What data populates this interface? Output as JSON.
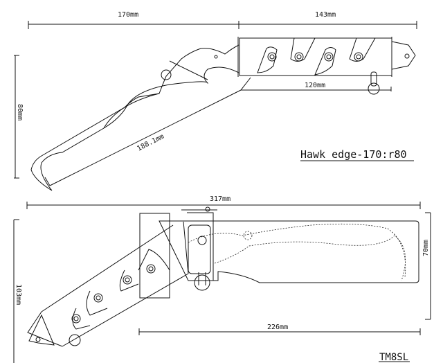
{
  "top_view": {
    "dim_blade_length": "170mm",
    "dim_handle_length": "143mm",
    "dim_height": "80mm",
    "dim_grip_length": "120mm",
    "dim_diagonal": "188.1mm",
    "model_label": "Hawk edge-170:r80"
  },
  "bottom_view": {
    "dim_total_length": "317mm",
    "dim_height": "103mm",
    "dim_blade_height": "70mm",
    "dim_blade_length": "226mm",
    "model_label": "TM8SL"
  }
}
